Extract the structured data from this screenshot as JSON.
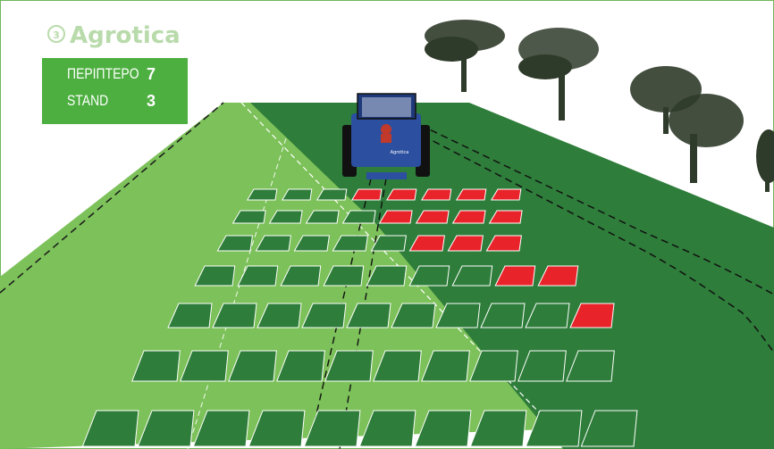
{
  "brand": {
    "name": "Agrotica",
    "color": "#b9dbab"
  },
  "booth_info": {
    "rows": [
      {
        "label": "ΠΕΡΙΠΤΕΡΟ",
        "value": "7"
      },
      {
        "label": "STAND",
        "value": "3"
      }
    ],
    "background": "#4caf3f"
  },
  "tractor": {
    "badge": "Agrotica"
  },
  "colors": {
    "field_light": "#7cc159",
    "field_dark": "#2e7d3a",
    "plot_default": "#2e7d3a",
    "plot_highlight": "#e8232a",
    "tree": "#2f3b2a"
  },
  "plot_grid": {
    "highlighted": "red plots mark stand locations"
  }
}
